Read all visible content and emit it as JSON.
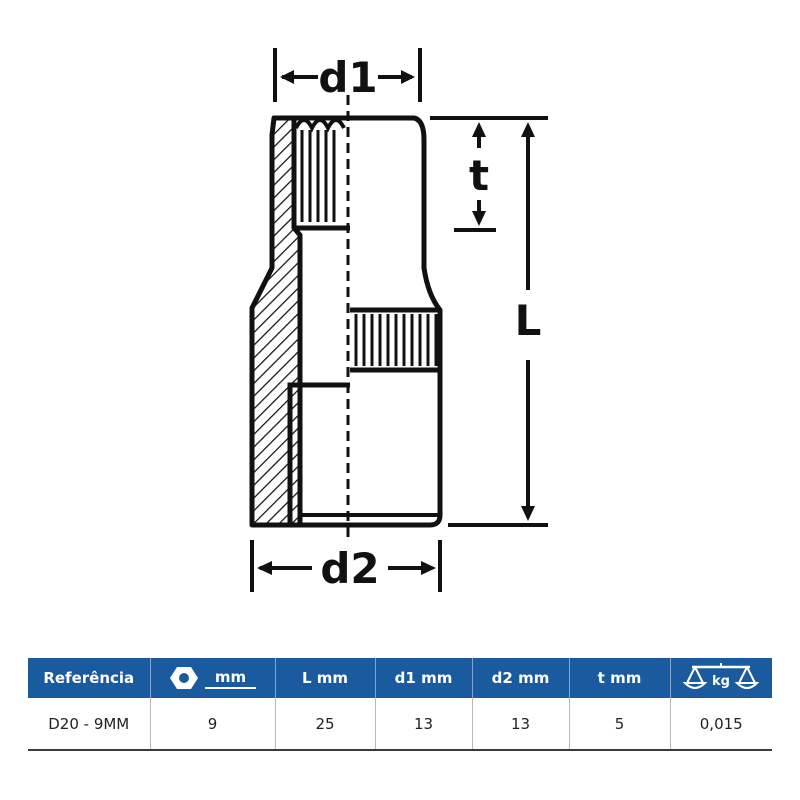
{
  "drawing": {
    "labels": {
      "d1": "d1",
      "d2": "d2",
      "t": "t",
      "L": "L"
    }
  },
  "spec_table": {
    "headers": [
      "Referência",
      "mm",
      "L mm",
      "d1 mm",
      "d2 mm",
      "t mm",
      "kg"
    ],
    "header_icons": {
      "hex": "hex-nut-icon",
      "weight": "balance-scale-icon"
    },
    "row": [
      "D20 - 9MM",
      "9",
      "25",
      "13",
      "13",
      "5",
      "0,015"
    ]
  },
  "colors": {
    "header_bg": "#1a5a9e",
    "line": "#111111"
  }
}
